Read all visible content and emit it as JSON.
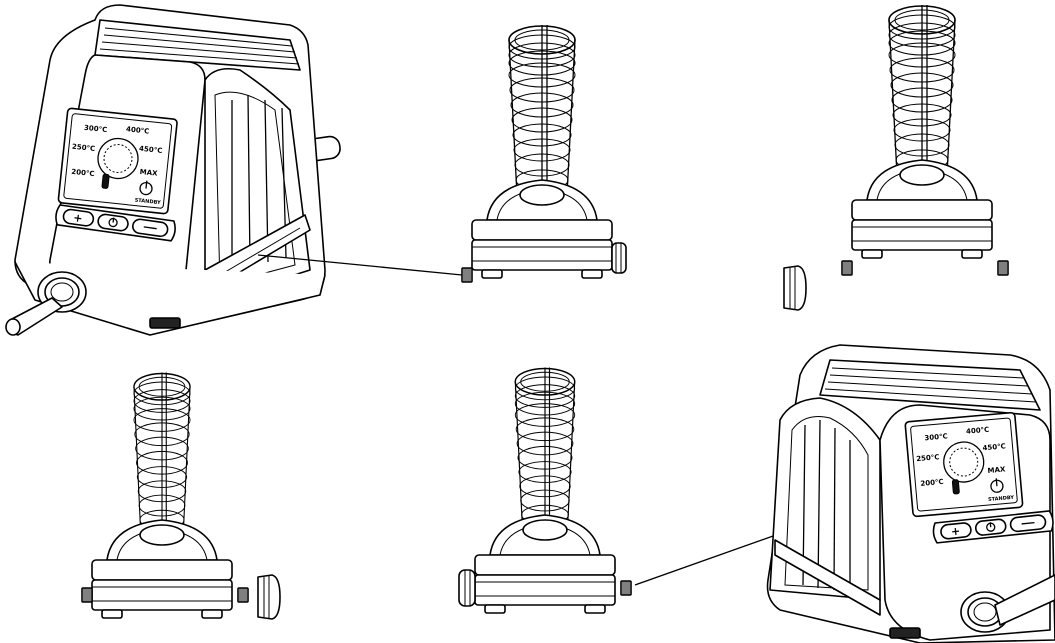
{
  "figure": {
    "panels": [
      {
        "id": "station-left",
        "role": "soldering-station"
      },
      {
        "id": "holder-top-middle",
        "role": "iron-holder",
        "cap": "attached"
      },
      {
        "id": "holder-top-right",
        "role": "iron-holder",
        "cap": "removed-left"
      },
      {
        "id": "holder-bottom-left",
        "role": "iron-holder",
        "cap": "removed-right"
      },
      {
        "id": "holder-bottom-middle",
        "role": "iron-holder",
        "cap": "attached-left"
      },
      {
        "id": "station-right",
        "role": "soldering-station"
      }
    ],
    "display": {
      "labels": [
        "300°C",
        "400°C",
        "250°C",
        "450°C",
        "200°C",
        "MAX",
        "STANDBY"
      ],
      "buttons": [
        "+",
        "⏻",
        "−"
      ]
    },
    "colors": {
      "line": "#000000",
      "background": "#ffffff"
    }
  }
}
